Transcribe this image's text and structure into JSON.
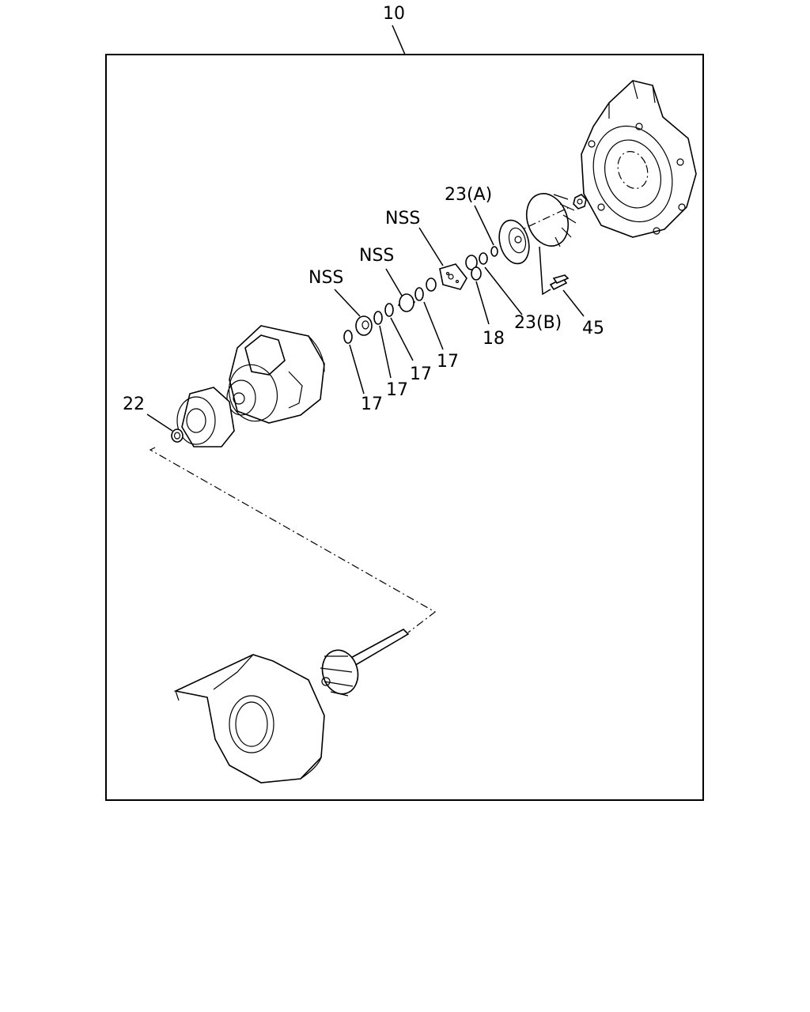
{
  "diagram": {
    "assembly_label": "10",
    "labels": {
      "snap_ring": "22",
      "ring_a": "17",
      "ring_b": "17",
      "ring_c": "17",
      "ring_d": "17",
      "bearing_nss": "NSS",
      "spacer_nss": "NSS",
      "thrust_nss": "NSS",
      "plug": "18",
      "washer_a": "23(A)",
      "washer_b": "23(B)",
      "bolt": "45"
    },
    "icons": [
      "compressor-housing",
      "compressor-wheel",
      "seal-plate",
      "bearing-housing",
      "heat-shield",
      "turbine-housing",
      "turbine-shaft",
      "bearing",
      "spacer",
      "thrust-plate",
      "ring",
      "bolt",
      "nut"
    ]
  }
}
